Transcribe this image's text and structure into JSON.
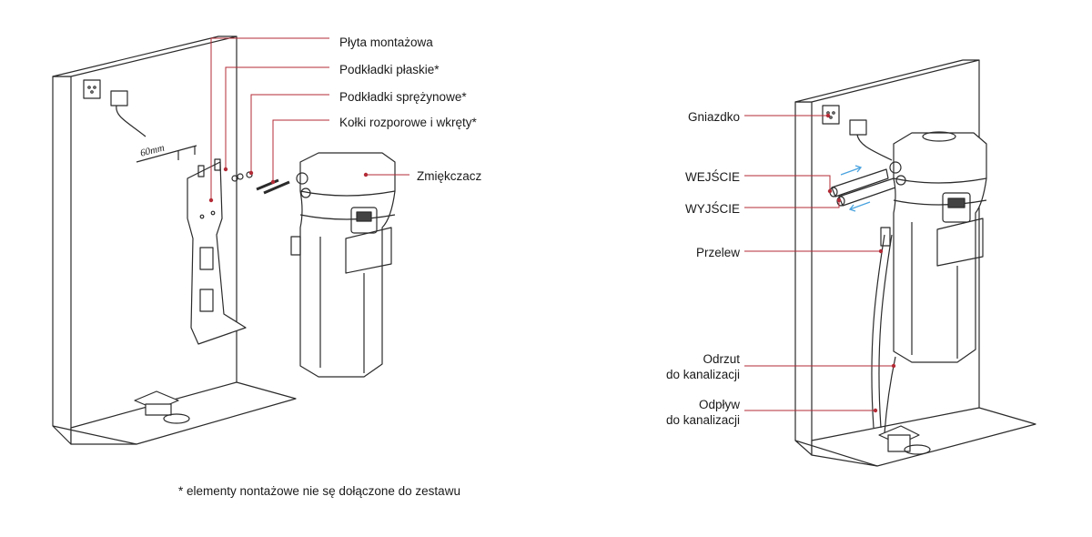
{
  "colors": {
    "leader": "#b32b36",
    "line": "#2b2b2b",
    "flow_arrow": "#4aa3df",
    "background": "#ffffff"
  },
  "left_diagram": {
    "dimension_label": "60mm",
    "labels": {
      "mounting_plate": "Płyta montażowa",
      "flat_washers": "Podkładki płaskie*",
      "spring_washers": "Podkładki sprężynowe*",
      "anchors_screws": "Kołki rozporowe i wkręty*",
      "softener": "Zmiękczacz"
    }
  },
  "right_diagram": {
    "labels": {
      "socket": "Gniazdko",
      "inlet": "WEJŚCIE",
      "outlet": "WYJŚCIE",
      "overflow": "Przelew",
      "discharge_line1": "Odrzut",
      "discharge_line2": "do kanalizacji",
      "drain_line1": "Odpływ",
      "drain_line2": "do kanalizacji"
    }
  },
  "footnote": "* elementy nontażowe nie sę dołączone do zestawu"
}
